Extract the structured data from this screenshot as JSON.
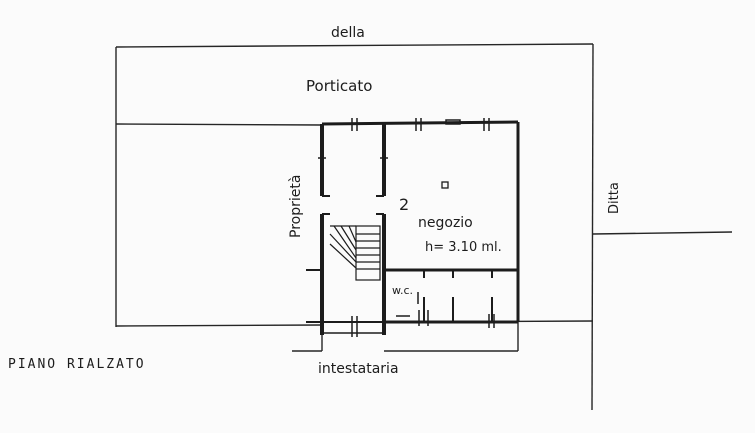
{
  "labels": {
    "top": "della",
    "porch": "Porticato",
    "left_side": "Proprietà",
    "right_side": "Ditta",
    "bottom": "intestataria",
    "floor": "PIANO RIALZATO",
    "unit_number": "2",
    "room_name": "negozio",
    "room_height": "h= 3.10 ml.",
    "wc": "w.c."
  },
  "colors": {
    "ink": "#1c1c1c",
    "paper": "#fbfbfb"
  }
}
